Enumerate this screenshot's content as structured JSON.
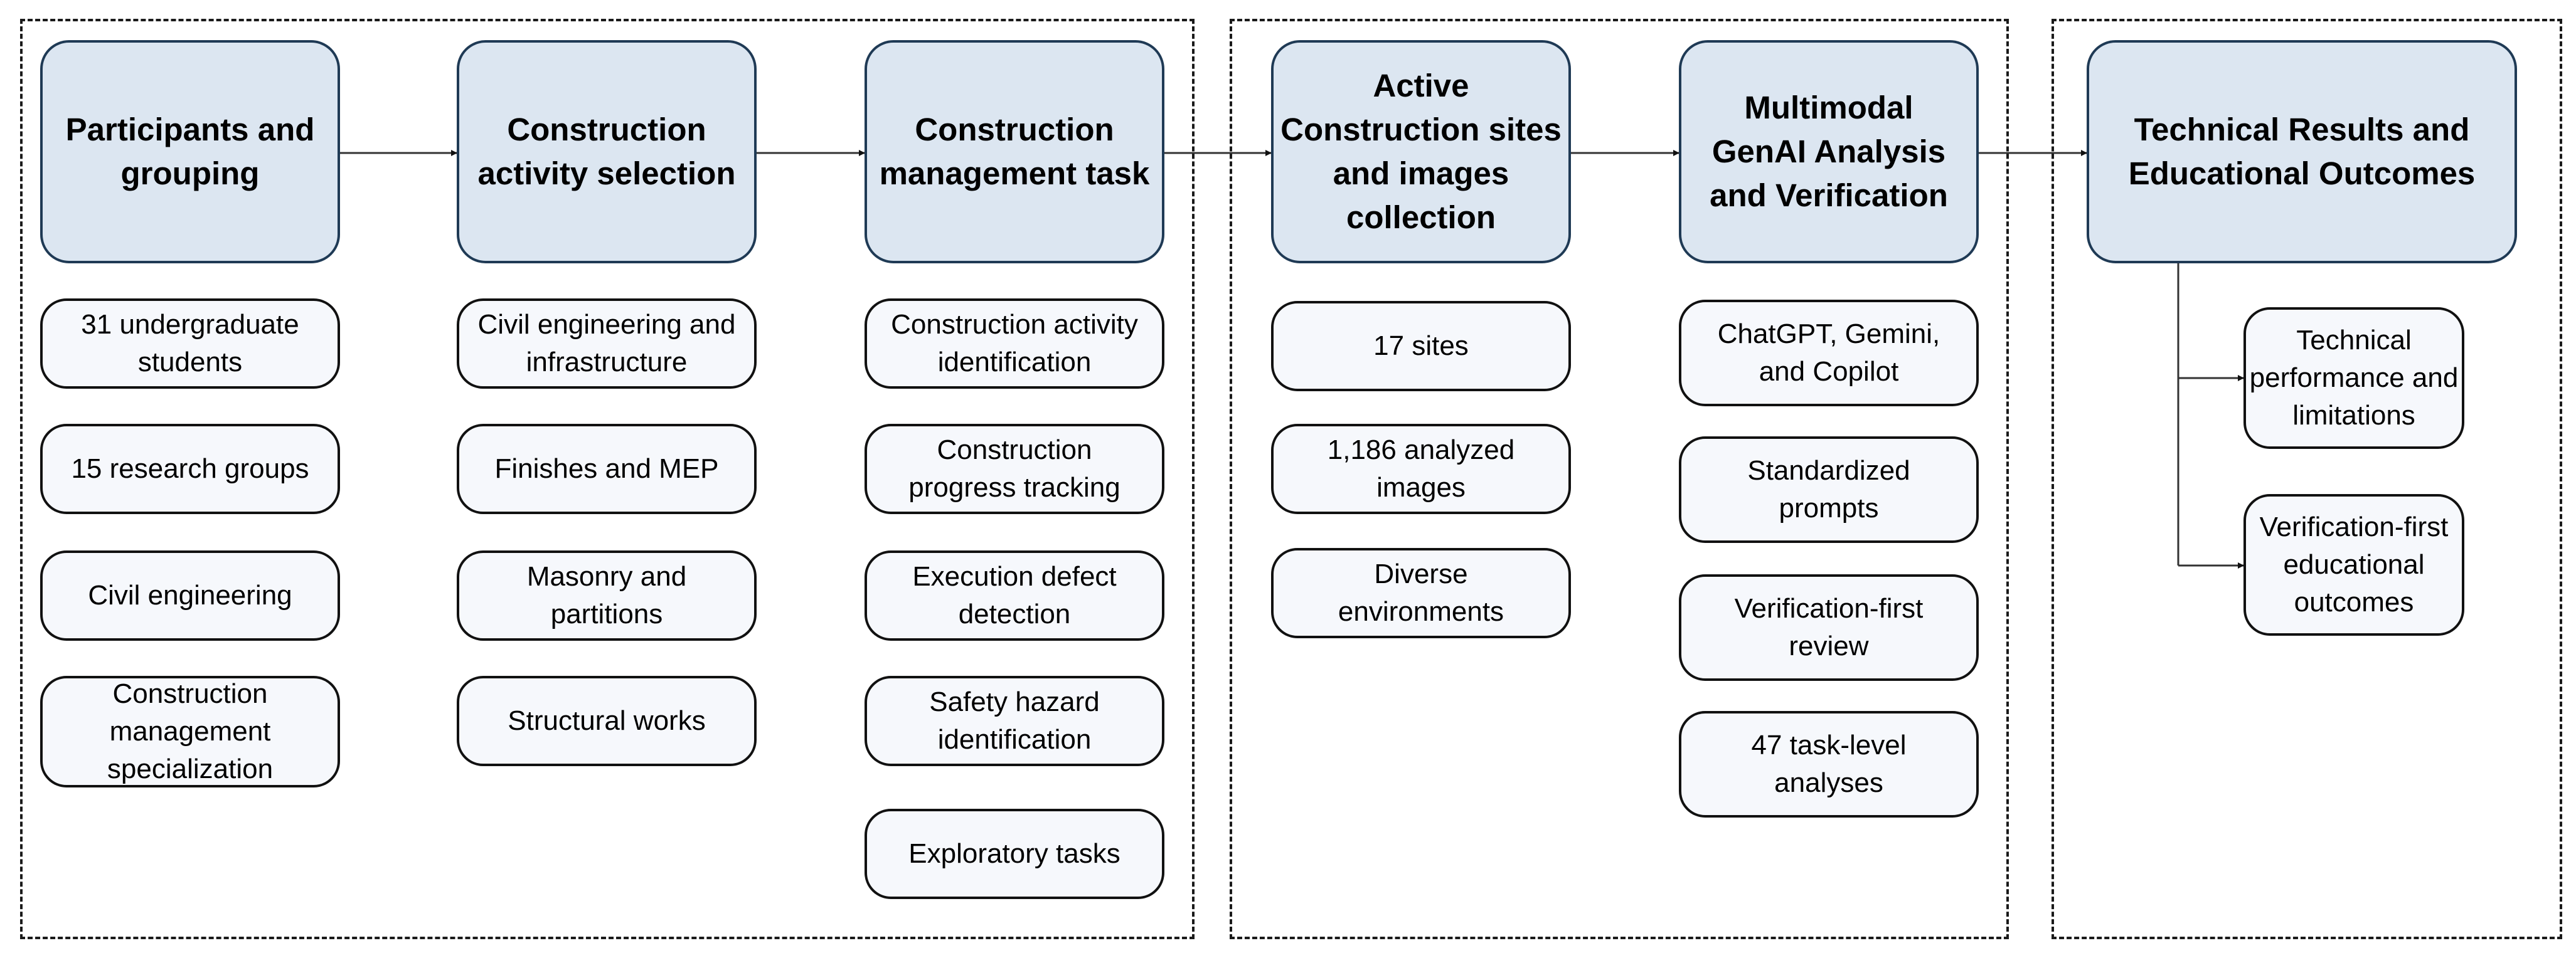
{
  "diagram": {
    "groups": [
      "group-preparation",
      "group-data-collection",
      "group-results"
    ],
    "columns": [
      {
        "id": "participants",
        "title": "Participants and\ngrouping",
        "items": [
          "31 undergraduate\nstudents",
          "15 research groups",
          "Civil engineering",
          "Construction\nmanagement\nspecialization"
        ]
      },
      {
        "id": "activity-selection",
        "title": "Construction\nactivity selection",
        "items": [
          "Civil engineering and\ninfrastructure",
          "Finishes and MEP",
          "Masonry and\npartitions",
          "Structural works"
        ]
      },
      {
        "id": "management-task",
        "title": "Construction\nmanagement task",
        "items": [
          "Construction activity\nidentification",
          "Construction\nprogress tracking",
          "Execution defect\ndetection",
          "Safety hazard\nidentification",
          "Exploratory tasks"
        ]
      },
      {
        "id": "sites-collection",
        "title": "Active\nConstruction sites\nand  images\ncollection",
        "items": [
          "17 sites",
          "1,186 analyzed\nimages",
          "Diverse\nenvironments"
        ]
      },
      {
        "id": "genai-analysis",
        "title": "Multimodal\nGenAI Analysis\nand Verification",
        "items": [
          "ChatGPT, Gemini,\nand Copilot",
          "Standardized\nprompts",
          "Verification-first\nreview",
          "47 task-level\nanalyses"
        ]
      },
      {
        "id": "results",
        "title": "Technical Results and\nEducational Outcomes",
        "items": [
          "Technical\nperformance and\nlimitations",
          "Verification-first\neducational\noutcomes"
        ]
      }
    ],
    "colors": {
      "header_fill": "#dce6f1",
      "header_border": "#1f3a55",
      "item_fill": "#f6f8fc",
      "line": "#333333"
    }
  }
}
